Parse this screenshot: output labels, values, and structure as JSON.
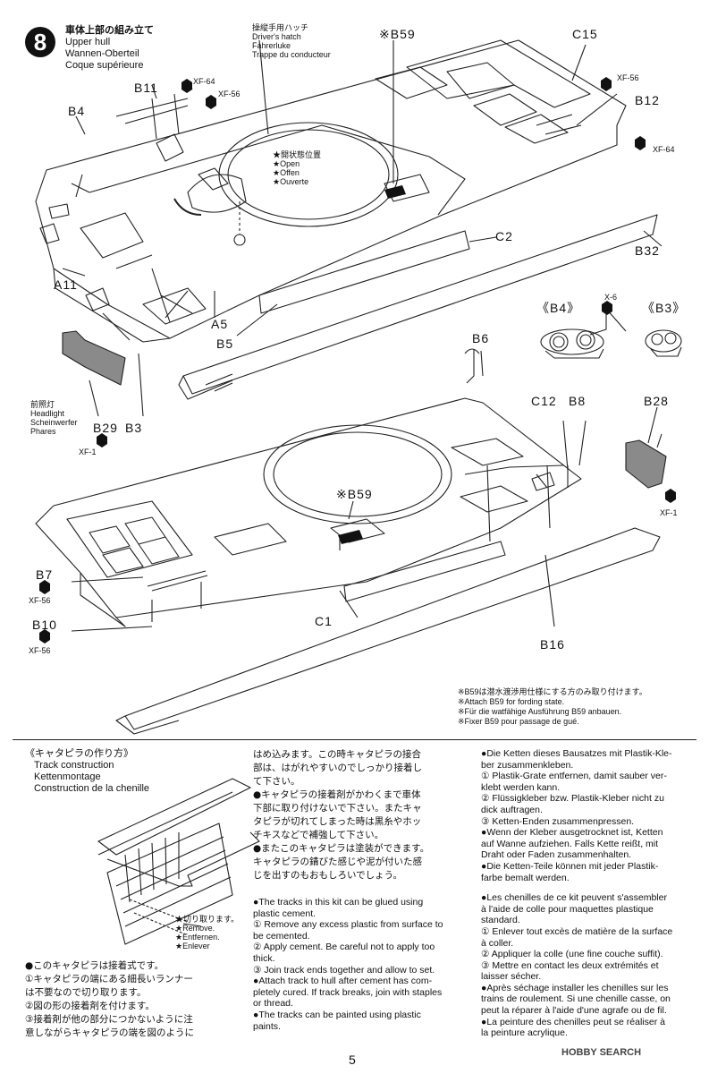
{
  "step": {
    "number": "8",
    "title_lines": [
      "車体上部の組み立て",
      "Upper hull",
      "Wannen-Oberteil",
      "Coque supérieure"
    ]
  },
  "drivers_hatch": {
    "lines": [
      "操縦手用ハッチ",
      "Driver's hatch",
      "Fahrerluke",
      "Trappe du conducteur"
    ]
  },
  "open_position": {
    "lines": [
      "★開状態位置",
      "★Open",
      "★Offen",
      "★Ouverte"
    ]
  },
  "headlight": {
    "lines": [
      "前照灯",
      "Headlight",
      "Scheinwerfer",
      "Phares"
    ]
  },
  "labels": {
    "b59_top": "※B59",
    "c15": "C15",
    "xf64_top": "XF-64",
    "xf56_top": "XF-56",
    "b11": "B11",
    "b4": "B4",
    "xf56_right": "XF-56",
    "b12": "B12",
    "xf64_right": "XF-64",
    "c2": "C2",
    "b32": "B32",
    "a11": "A11",
    "a5": "A5",
    "b5": "B5",
    "b29": "B29",
    "b3": "B3",
    "xf1_left": "XF-1",
    "x6": "X-6",
    "b4_detail": "《B4》",
    "b3_detail": "《B3》",
    "b6": "B6",
    "c12": "C12",
    "b8": "B8",
    "b28": "B28",
    "xf1_right": "XF-1",
    "b59_mid": "※B59",
    "b7": "B7",
    "xf56_b7": "XF-56",
    "b10": "B10",
    "xf56_b10": "XF-56",
    "c1": "C1",
    "b16": "B16"
  },
  "b59_note": {
    "lines": [
      "※B59は潜水渡渉用仕様にする方のみ取り付けます。",
      "※Attach B59 for fording state.",
      "※Für die watfähige Ausführung B59 anbauen.",
      "※Fixer B59 pour passage de gué."
    ]
  },
  "track": {
    "title_lines": [
      "《キャタピラの作り方》",
      "Track construction",
      "Kettenmontage",
      "Construction de la chenille"
    ],
    "remove_lines": [
      "★切り取ります。",
      "★Remove.",
      "★Entfernen.",
      "★Enlever"
    ]
  },
  "col1": {
    "lines": [
      "●このキャタピラは接着式です。",
      "①キャタピラの端にある細長いランナー",
      "は不要なので切り取ります。",
      "②図の形の接着剤を付けます。",
      "③接着剤が他の部分につかないように注",
      "意しながらキャタピラの端を図のように"
    ]
  },
  "col2": {
    "lines": [
      "はめ込みます。この時キャタピラの接合",
      "部は、はがれやすいのでしっかり接着し",
      "て下さい。",
      "●キャタピラの接着剤がかわくまで車体",
      "下部に取り付けないで下さい。またキャ",
      "タピラが切れてしまった時は黒糸やホッ",
      "チキスなどで補強して下さい。",
      "●またこのキャタピラは塗装ができます。",
      "キャタピラの錆びた感じや泥が付いた感",
      "じを出すのもおもしろいでしょう。",
      "",
      "",
      "●The tracks in this kit can be glued using",
      "plastic cement.",
      "① Remove any excess plastic from surface to",
      "be cemented.",
      "② Apply cement. Be careful not to apply too",
      "thick.",
      "③ Join track ends together and allow to set.",
      "●Attach track to hull after cement has com-",
      "pletely cured. If track breaks, join with staples",
      "or thread.",
      "●The tracks can be painted using plastic",
      "paints."
    ]
  },
  "col3": {
    "lines": [
      "●Die Ketten dieses Bausatzes mit Plastik-Kle-",
      "ber zusammenkleben.",
      "① Plastik-Grate entfernen, damit sauber ver-",
      "klebt werden kann.",
      "② Flüssigkleber bzw. Plastik-Kleber nicht zu",
      "dick auftragen.",
      "③ Ketten-Enden zusammenpressen.",
      "●Wenn der Kleber ausgetrocknet ist, Ketten",
      "auf Wanne aufziehen. Falls Kette reißt, mit",
      "Draht oder Faden zusammenhalten.",
      "●Die Ketten-Teile können mit jeder Plastik-",
      "farbe bemalt werden.",
      "",
      "●Les chenilles de ce kit peuvent s'assembler",
      "à l'aide de colle pour maquettes plastique",
      "standard.",
      "① Enlever tout excès de matière de la surface",
      "à coller.",
      "② Appliquer la colle (une fine couche suffit).",
      "③ Mettre en contact les deux extrémités et",
      "laisser sécher.",
      "●Après séchage installer les chenilles sur les",
      "trains de roulement. Si une chenille casse, on",
      "peut la réparer à l'aide d'une agrafe ou de fil.",
      "●La peinture des chenilles peut se réaliser à",
      "la peinture acrylique."
    ]
  },
  "page_number": "5",
  "watermark": "HOBBY SEARCH"
}
